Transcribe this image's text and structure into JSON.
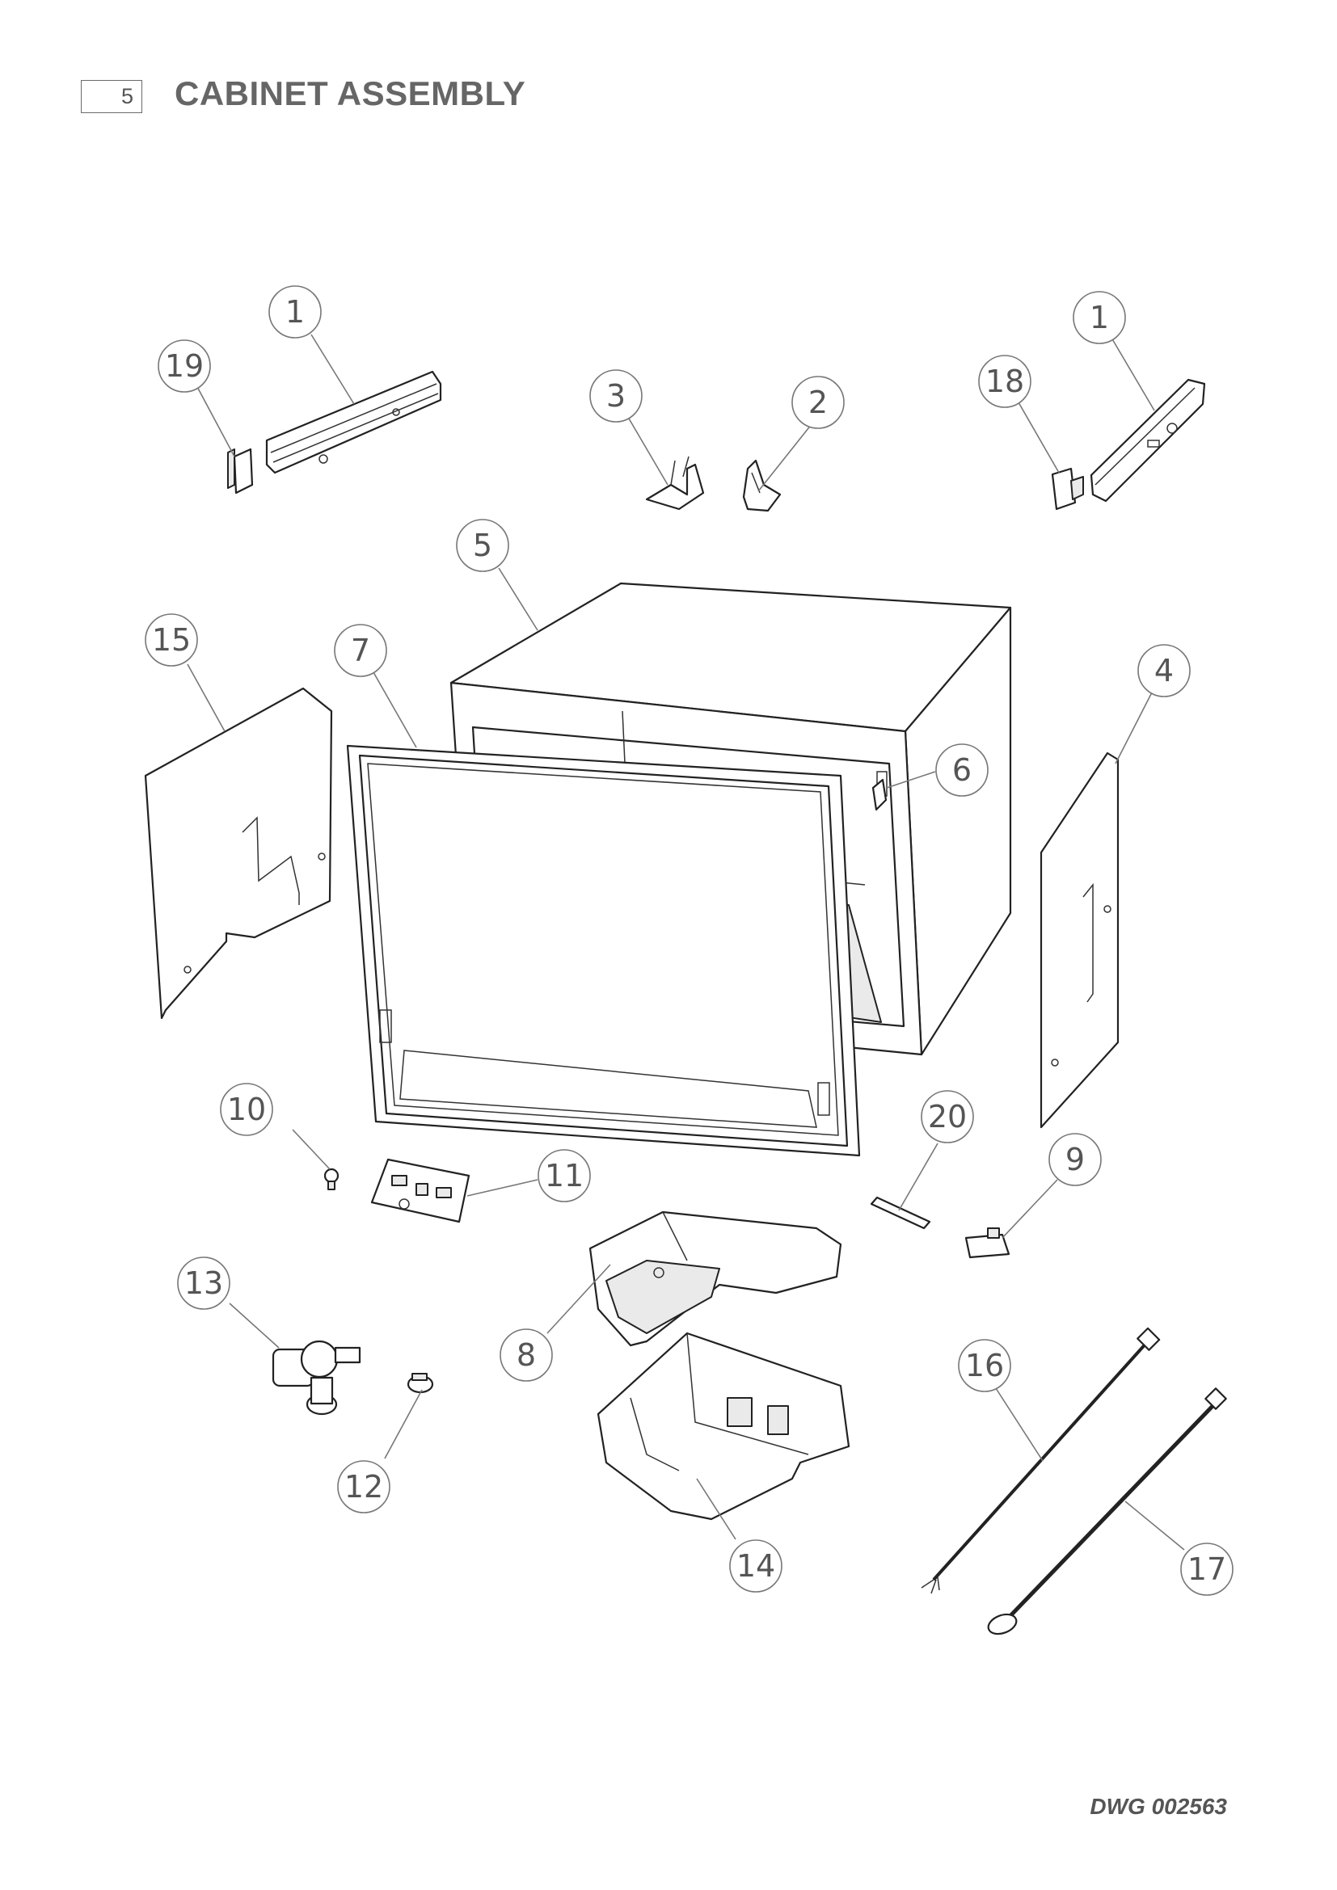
{
  "header": {
    "section_number": "5",
    "title": "CABINET ASSEMBLY"
  },
  "drawing_number": "DWG 002563",
  "callouts": [
    {
      "id": "c1a",
      "label": "1"
    },
    {
      "id": "c1b",
      "label": "1"
    },
    {
      "id": "c19",
      "label": "19"
    },
    {
      "id": "c18",
      "label": "18"
    },
    {
      "id": "c3",
      "label": "3"
    },
    {
      "id": "c2",
      "label": "2"
    },
    {
      "id": "c5",
      "label": "5"
    },
    {
      "id": "c15",
      "label": "15"
    },
    {
      "id": "c7",
      "label": "7"
    },
    {
      "id": "c4",
      "label": "4"
    },
    {
      "id": "c6",
      "label": "6"
    },
    {
      "id": "c10",
      "label": "10"
    },
    {
      "id": "c11",
      "label": "11"
    },
    {
      "id": "c20",
      "label": "20"
    },
    {
      "id": "c9",
      "label": "9"
    },
    {
      "id": "c13",
      "label": "13"
    },
    {
      "id": "c8",
      "label": "8"
    },
    {
      "id": "c16",
      "label": "16"
    },
    {
      "id": "c12",
      "label": "12"
    },
    {
      "id": "c14",
      "label": "14"
    },
    {
      "id": "c17",
      "label": "17"
    }
  ]
}
